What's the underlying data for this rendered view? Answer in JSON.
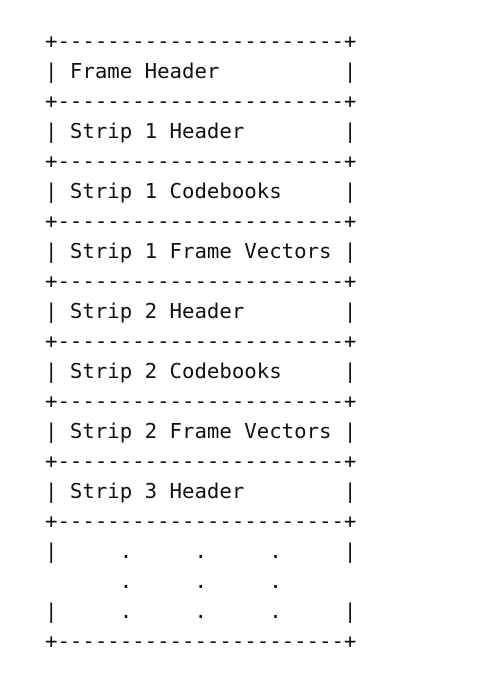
{
  "diagram": {
    "lines": [
      "+-----------------------+",
      "| Frame Header          |",
      "+-----------------------+",
      "| Strip 1 Header        |",
      "+-----------------------+",
      "| Strip 1 Codebooks     |",
      "+-----------------------+",
      "| Strip 1 Frame Vectors |",
      "+-----------------------+",
      "| Strip 2 Header        |",
      "+-----------------------+",
      "| Strip 2 Codebooks     |",
      "+-----------------------+",
      "| Strip 2 Frame Vectors |",
      "+-----------------------+",
      "| Strip 3 Header        |",
      "+-----------------------+",
      "|     .     .     .     |",
      "      .     .     .      ",
      "|     .     .     .     |",
      "+-----------------------+"
    ]
  }
}
